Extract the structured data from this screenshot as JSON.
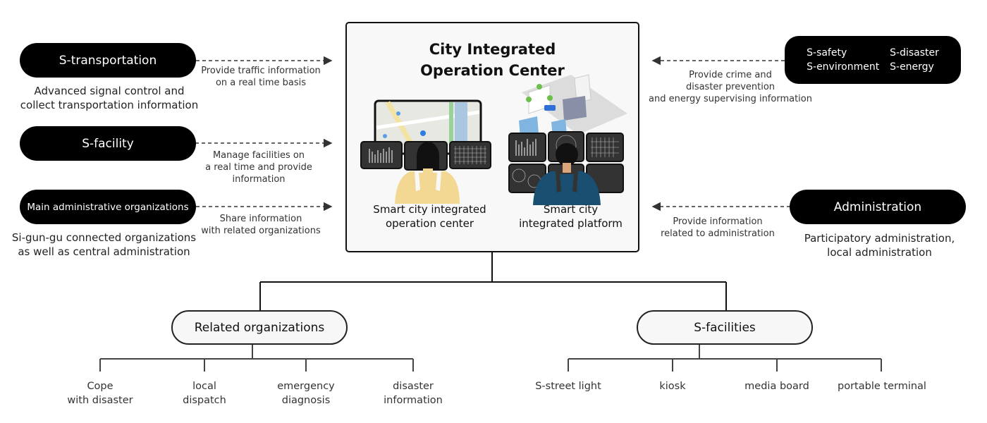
{
  "center": {
    "title_line1": "City Integrated",
    "title_line2": "Operation Center",
    "left_illustration": {
      "icon": "operator-with-map-monitors-illustration",
      "caption_line1": "Smart city integrated",
      "caption_line2": "operation center"
    },
    "right_illustration": {
      "icon": "operator-with-city-platform-illustration",
      "caption_line1": "Smart city",
      "caption_line2": "integrated platform"
    }
  },
  "left_nodes": [
    {
      "label": "S-transportation",
      "description_line1": "Advanced signal control and",
      "description_line2": "collect transportation information",
      "flow_line1": "Provide traffic information",
      "flow_line2": "on a real time basis"
    },
    {
      "label": "S-facility",
      "description_line1": "",
      "description_line2": "",
      "flow_line1": "Manage facilities on",
      "flow_line2": "a real time and provide information"
    },
    {
      "label": "Main administrative organizations",
      "description_line1": "Si-gun-gu connected organizations",
      "description_line2": "as well as central administration",
      "flow_line1": "Share information",
      "flow_line2": "with related organizations"
    }
  ],
  "right_nodes": [
    {
      "labels": [
        "S-safety",
        "S-disaster",
        "S-environment",
        "S-energy"
      ],
      "flow_line1": "Provide crime and",
      "flow_line2": "disaster prevention",
      "flow_line3": "and energy supervising information"
    },
    {
      "label": "Administration",
      "description_line1": "Participatory administration,",
      "description_line2": "local administration",
      "flow_line1": "Provide information",
      "flow_line2": "related to administration"
    }
  ],
  "bottom": {
    "related": {
      "label": "Related organizations",
      "children": [
        {
          "line1": "Cope",
          "line2": "with disaster"
        },
        {
          "line1": "local",
          "line2": "dispatch"
        },
        {
          "line1": "emergency",
          "line2": "diagnosis"
        },
        {
          "line1": "disaster",
          "line2": "information"
        }
      ]
    },
    "facilities": {
      "label": "S-facilities",
      "children": [
        {
          "line1": "S-street light"
        },
        {
          "line1": "kiosk"
        },
        {
          "line1": "media board"
        },
        {
          "line1": "portable terminal"
        }
      ]
    }
  },
  "colors": {
    "pill_dark": "#000000",
    "pill_light": "#f7f7f7",
    "line": "#222222",
    "woman_shirt": "#f2d893",
    "man_shirt": "#1b4f72"
  }
}
